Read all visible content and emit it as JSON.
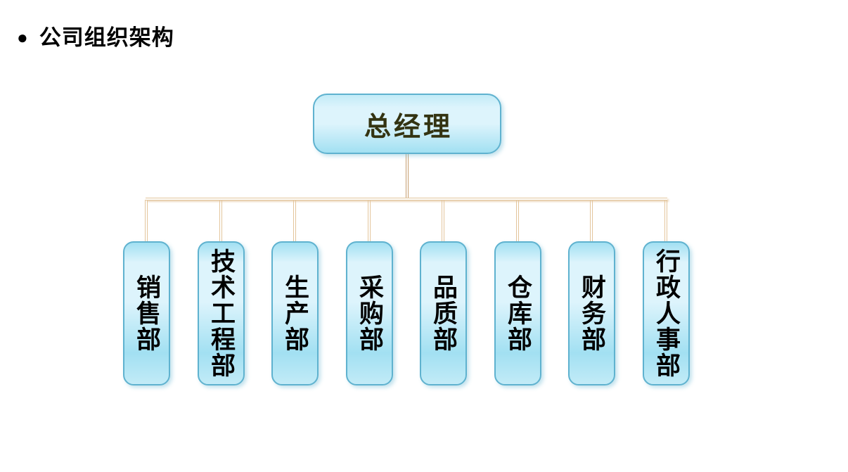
{
  "title": {
    "bullet": "●",
    "text": "公司组织架构"
  },
  "org_chart": {
    "root": {
      "label": "总经理"
    },
    "departments": [
      {
        "label": "销售部"
      },
      {
        "label": "技术工程部"
      },
      {
        "label": "生产部"
      },
      {
        "label": "采购部"
      },
      {
        "label": "品质部"
      },
      {
        "label": "仓库部"
      },
      {
        "label": "财务部"
      },
      {
        "label": "行政人事部"
      }
    ]
  },
  "colors": {
    "background": "#ffffff",
    "title_text": "#000000",
    "root_text": "#333311",
    "dept_text": "#000000",
    "node_border": "#5fb2cf",
    "node_fill_light": "#ddf4fc",
    "node_fill_mid": "#c2ebf7",
    "node_fill_deep": "#a2e0f2",
    "connector": "#e3c59c",
    "connector_stem": "#c69e70"
  }
}
